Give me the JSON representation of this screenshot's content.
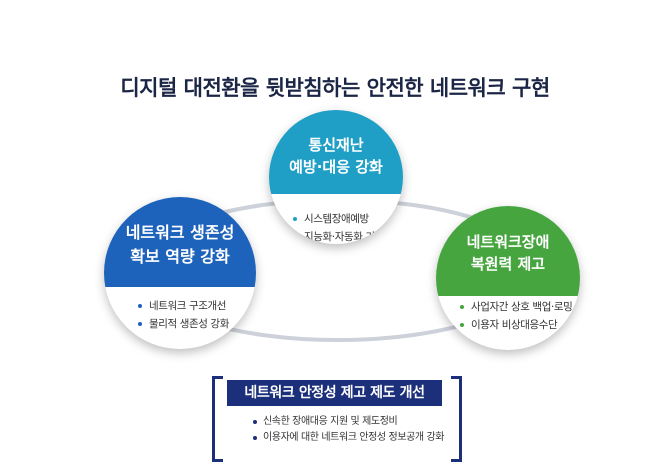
{
  "title": "디지털 대전환을 뒷받침하는 안전한 네트워크 구현",
  "pillars": [
    {
      "id": "top",
      "heading": [
        "통신재난",
        "예방·대응 강화"
      ],
      "items": [
        "시스템장애예방",
        "지능화·자동화 기술"
      ],
      "color": "#1f9fc6"
    },
    {
      "id": "left",
      "heading": [
        "네트워크 생존성",
        "확보 역량 강화"
      ],
      "items": [
        "네트워크 구조개선",
        "물리적 생존성 강화"
      ],
      "color": "#1d62bb"
    },
    {
      "id": "right",
      "heading": [
        "네트워크장애",
        "복원력 제고"
      ],
      "items": [
        "사업자간 상호 백업·로밍",
        "이용자 비상대응수단"
      ],
      "color": "#46a53f"
    }
  ],
  "foundation": {
    "heading": "네트워크 안정성 제고 제도 개선",
    "items": [
      "신속한 장애대응 지원 및 제도정비",
      "이용자에 대한 네트워크 안정성 정보공개 강화"
    ],
    "color": "#1b2f7a"
  },
  "ring_color": "#cdd1d9"
}
